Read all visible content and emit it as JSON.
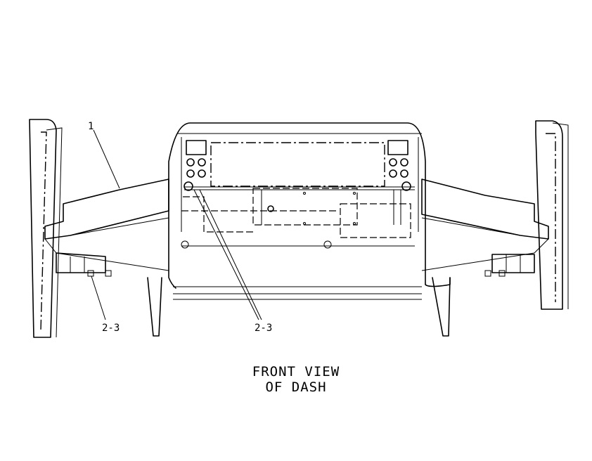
{
  "callouts": {
    "part_1": "1",
    "left_bracket": "2-3",
    "center_bolt": "2-3"
  },
  "caption": {
    "line1": "FRONT VIEW",
    "line2": "OF DASH"
  },
  "colors": {
    "line": "#000000",
    "background": "#ffffff"
  }
}
